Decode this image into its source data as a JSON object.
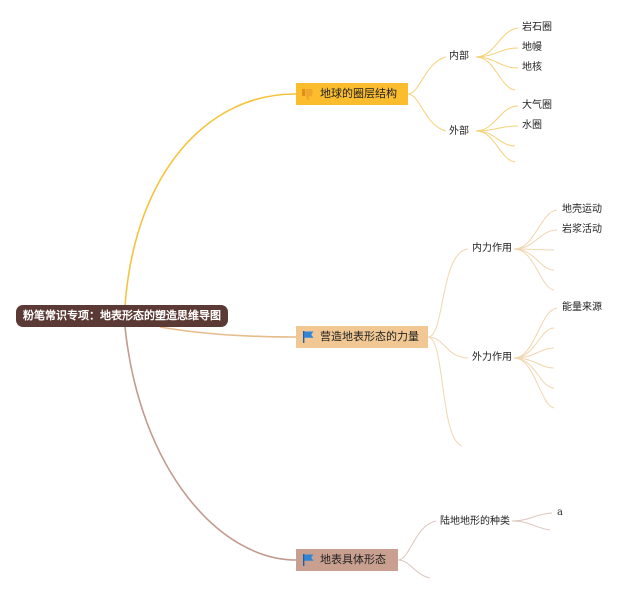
{
  "root": {
    "label": "粉笔常识专项：地表形态的塑造思维导图"
  },
  "branches": [
    {
      "label": "地球的圈层结构",
      "icon": "thumbs-down-icon",
      "color": "#f5c43c",
      "children": [
        {
          "label": "内部",
          "leaves": [
            "岩石圈",
            "地幔",
            "地核"
          ]
        },
        {
          "label": "外部",
          "leaves": [
            "大气圈",
            "水圈",
            "",
            ""
          ]
        }
      ]
    },
    {
      "label": "营造地表形态的力量",
      "icon": "blue-flag-icon",
      "color": "#e6bc8c",
      "children": [
        {
          "label": "内力作用",
          "leaves": [
            "地壳运动",
            "岩浆活动",
            "",
            ""
          ]
        },
        {
          "label": "外力作用",
          "leaves": [
            "能量来源",
            "",
            "",
            "",
            ""
          ]
        },
        {
          "label": "",
          "leaves": []
        }
      ]
    },
    {
      "label": "地表具体形态",
      "icon": "blue-flag-icon",
      "color": "#c29a8e",
      "children": [
        {
          "label": "陆地地形的种类",
          "leaves": [
            "a",
            ""
          ]
        },
        {
          "label": "",
          "leaves": []
        }
      ]
    }
  ]
}
